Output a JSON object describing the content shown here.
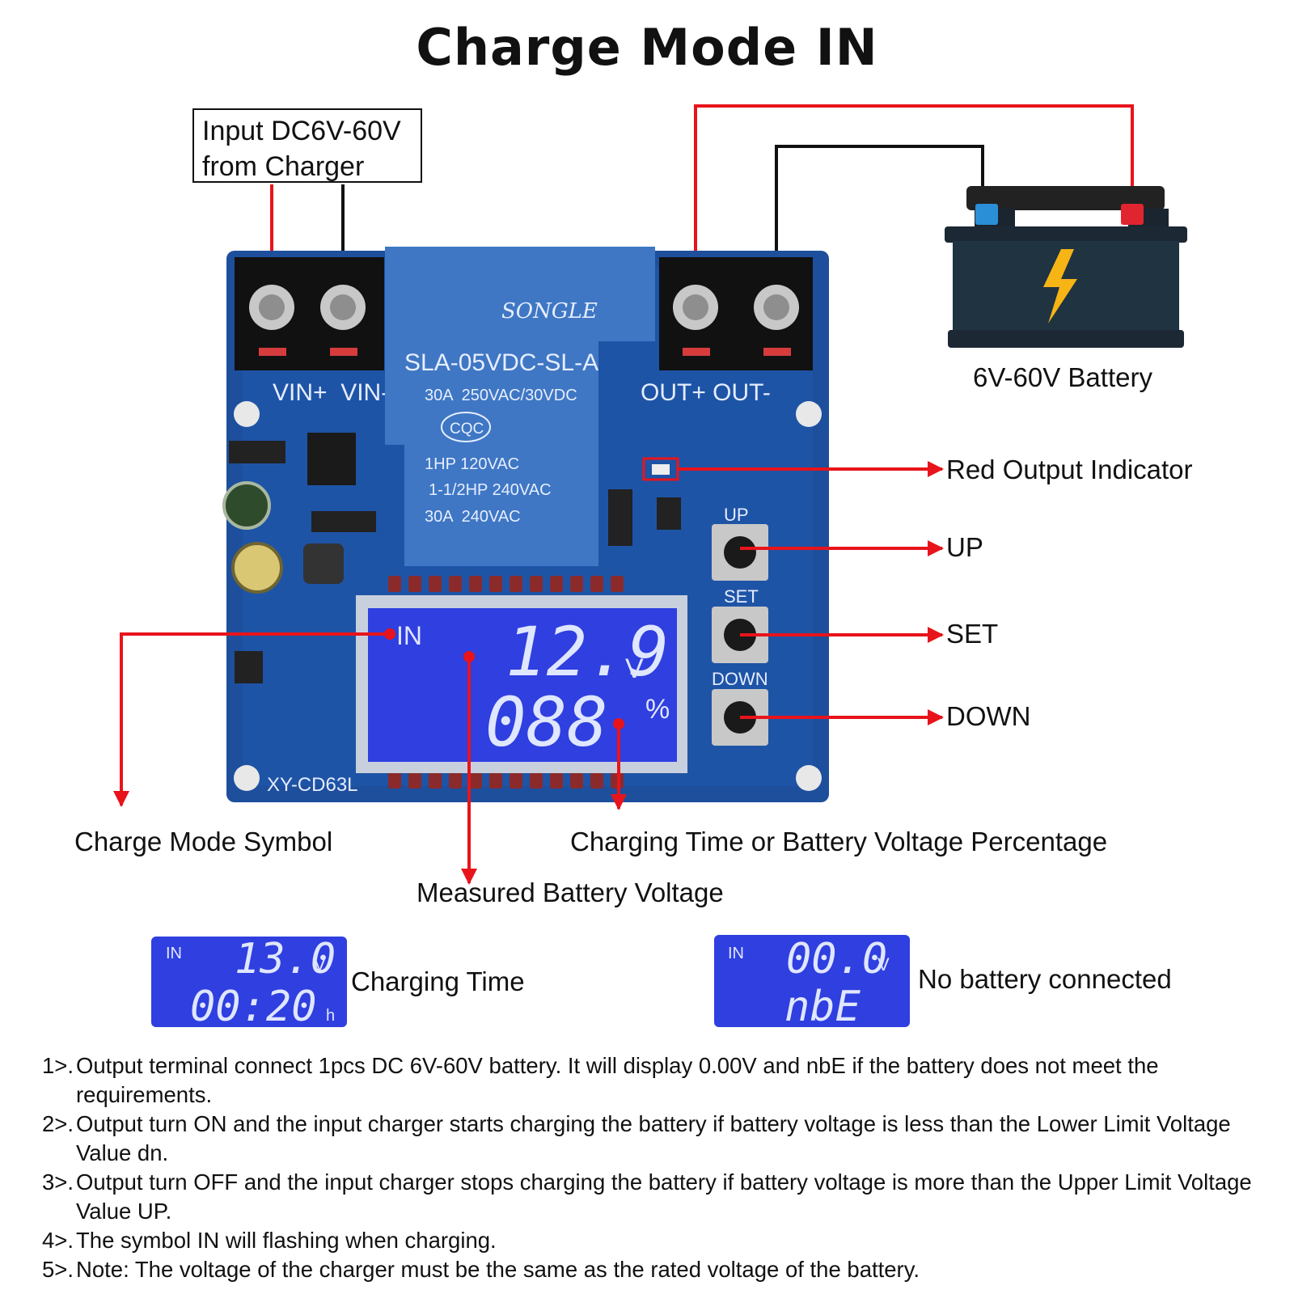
{
  "title": "Charge Mode IN",
  "input_label": {
    "line1": "Input DC6V-60V",
    "line2": "from Charger"
  },
  "battery_label": "6V-60V Battery",
  "board": {
    "terminals_in": "VIN+  VIN-",
    "terminals_out": "OUT+ OUT-",
    "relay_brand": "SONGLE",
    "relay_model": "SLA-05VDC-SL-A",
    "relay_rating1": "30A  250VAC/30VDC",
    "relay_cert": "CQC",
    "relay_rating2": "1HP 120VAC",
    "relay_rating3": "1-1/2HP 240VAC",
    "relay_rating4": "30A  240VAC",
    "model": "XY-CD63L",
    "btn_up": "UP",
    "btn_set": "SET",
    "btn_down": "DOWN",
    "lcd_mode": "IN",
    "lcd_voltage": "12.9",
    "lcd_v_unit": "V",
    "lcd_percent": "088",
    "lcd_pct_unit": "%"
  },
  "callouts": {
    "red_output": "Red Output Indicator",
    "up": "UP",
    "set": "SET",
    "down": "DOWN",
    "charge_symbol": "Charge Mode Symbol",
    "charging_time_pct": "Charging Time or Battery Voltage Percentage",
    "measured_voltage": "Measured Battery Voltage"
  },
  "examples": [
    {
      "mode": "IN",
      "top": "13.0",
      "top_unit": "V",
      "bottom": "00:20",
      "bottom_unit": "h",
      "caption": "Charging Time"
    },
    {
      "mode": "IN",
      "top": "00.0",
      "top_unit": "V",
      "bottom": "nbE",
      "bottom_unit": "",
      "caption": "No battery connected"
    }
  ],
  "notes": [
    {
      "num": "1>.",
      "text": "Output terminal connect 1pcs DC 6V-60V battery. It will display 0.00V and nbE if the battery does not meet the requirements."
    },
    {
      "num": "2>.",
      "text": "Output turn ON and the input charger starts charging the battery if battery voltage is less than the Lower Limit Voltage Value dn."
    },
    {
      "num": "3>.",
      "text": "Output turn OFF and the input charger stops charging the battery if battery voltage is more than the Upper Limit Voltage Value UP."
    },
    {
      "num": "4>.",
      "text": "The symbol IN will flashing when charging."
    },
    {
      "num": "5>.",
      "text": "Note: The voltage of the charger must be the same as the rated voltage of the battery."
    }
  ],
  "colors": {
    "wire_red": "#e8141b",
    "lcd_blue": "#2f3fe0",
    "pcb_blue": "#1d4f9c",
    "relay_blue": "#3f77c4"
  }
}
